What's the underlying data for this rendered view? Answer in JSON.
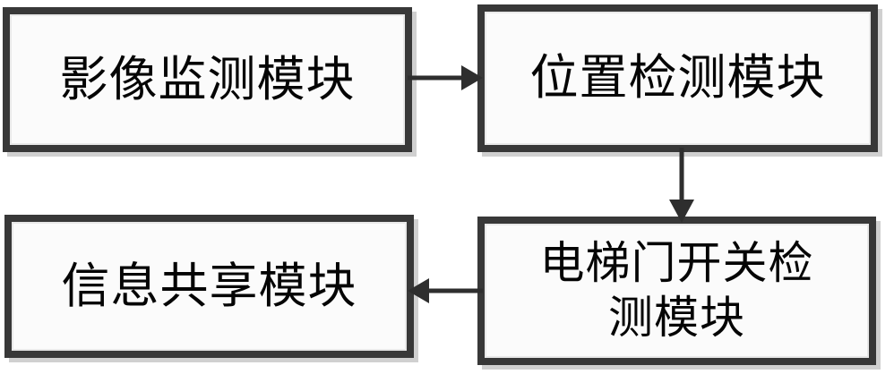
{
  "diagram": {
    "type": "block-flow-diagram",
    "title": "",
    "colors": {
      "box_border": "#383838",
      "box_fill": "#fbfbfb",
      "text": "#050505",
      "arrow": "#2e2e2e",
      "background": "#ffffff",
      "shadow": "#aaaaaa"
    },
    "nodes": [
      {
        "id": "image-monitoring",
        "label": "影像监测模块",
        "position": "top-left"
      },
      {
        "id": "position-detection",
        "label": "位置检测模块",
        "position": "top-right"
      },
      {
        "id": "door-switch",
        "label": "电梯门开关检\n测模块",
        "position": "bottom-right"
      },
      {
        "id": "info-sharing",
        "label": "信息共享模块",
        "position": "bottom-left"
      }
    ],
    "edges": [
      {
        "id": "image-to-position",
        "from": "image-monitoring",
        "to": "position-detection",
        "direction": "right",
        "label": ""
      },
      {
        "id": "position-to-door",
        "from": "position-detection",
        "to": "door-switch",
        "direction": "down",
        "label": ""
      },
      {
        "id": "door-to-info",
        "from": "door-switch",
        "to": "info-sharing",
        "direction": "left",
        "label": ""
      }
    ]
  }
}
